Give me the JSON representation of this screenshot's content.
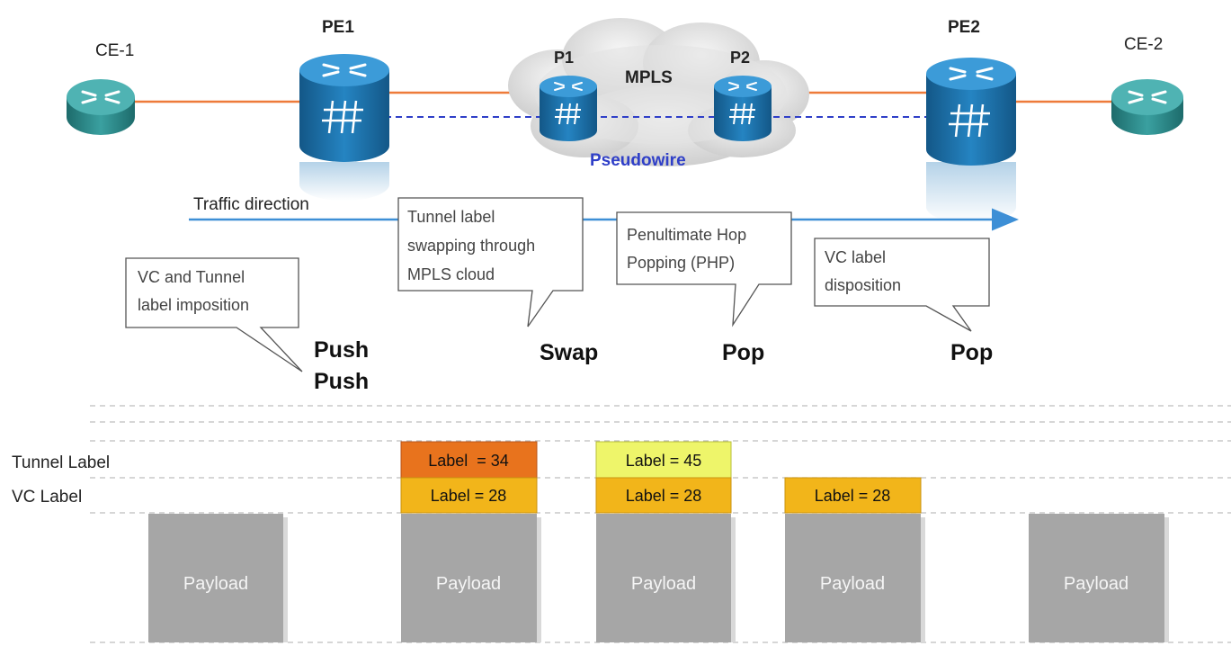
{
  "nodes": {
    "ce1": "CE-1",
    "pe1": "PE1",
    "p1": "P1",
    "mpls": "MPLS",
    "p2": "P2",
    "pe2": "PE2",
    "ce2": "CE-2"
  },
  "pseudowire": "Pseudowire",
  "traffic_direction": "Traffic direction",
  "callouts": {
    "imposition": [
      "VC and Tunnel",
      "label imposition"
    ],
    "swapping": [
      "Tunnel label",
      "swapping through",
      "MPLS cloud"
    ],
    "php": [
      "Penultimate Hop",
      "Popping (PHP)"
    ],
    "disposition": [
      "VC label",
      "disposition"
    ]
  },
  "operations": {
    "push_1": "Push",
    "push_2": "Push",
    "swap": "Swap",
    "pop_1": "Pop",
    "pop_2": "Pop"
  },
  "row_labels": {
    "tunnel": "Tunnel Label",
    "vc": "VC Label"
  },
  "stacks": [
    {
      "tunnel": null,
      "vc": null,
      "payload": "Payload"
    },
    {
      "tunnel": "Label  = 34",
      "vc": "Label = 28",
      "payload": "Payload"
    },
    {
      "tunnel": "Label = 45",
      "vc": "Label = 28",
      "payload": "Payload"
    },
    {
      "tunnel": null,
      "vc": "Label = 28",
      "payload": "Payload"
    },
    {
      "tunnel": null,
      "vc": null,
      "payload": "Payload"
    }
  ],
  "colors": {
    "link": "#ee7b3a",
    "pseudowire": "#2f3fc8",
    "arrow": "#3d8fd6",
    "tunnel_label_34": "#e8731d",
    "tunnel_label_45": "#eef56a",
    "vc_label": "#f2b51a",
    "payload": "#a6a6a6",
    "router_ce": "#2f8c8c",
    "router_pe": "#1f6fa6"
  }
}
